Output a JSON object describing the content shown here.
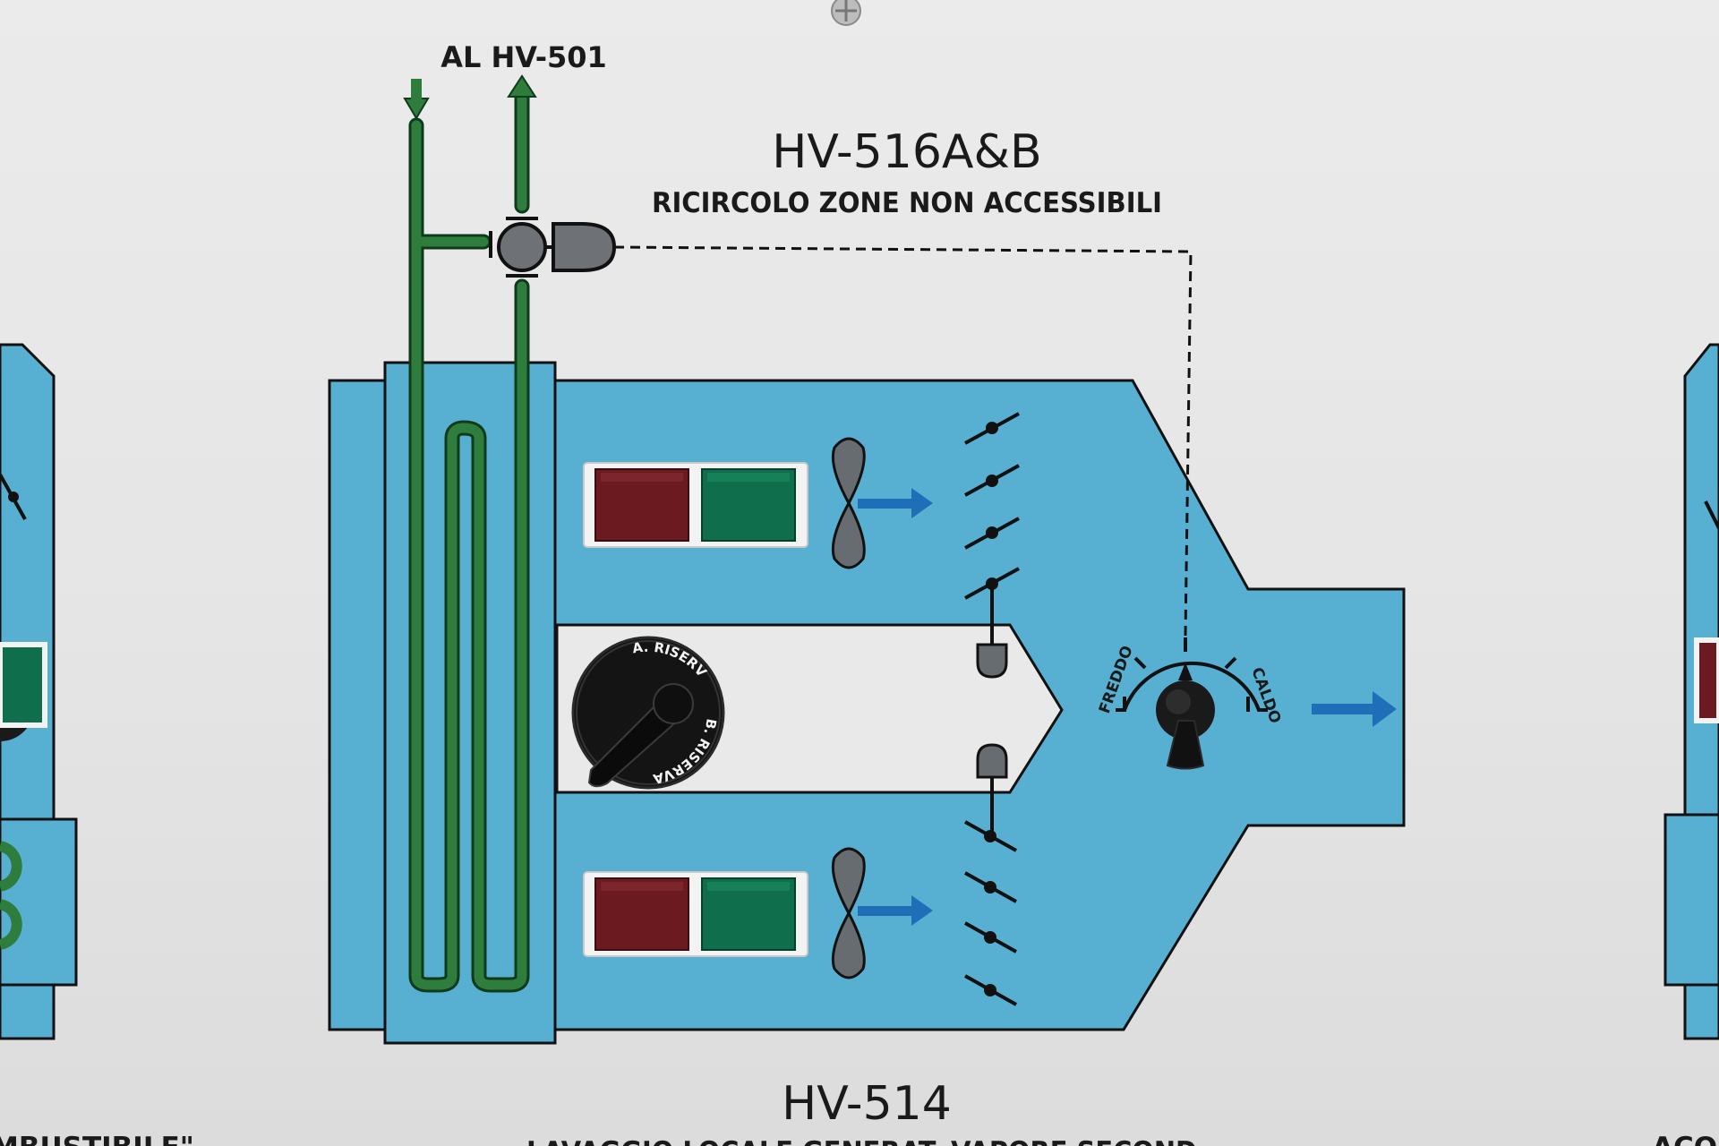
{
  "panel": {
    "header_label": "AL HV-501",
    "valve_unit": {
      "code": "HV-516A&B",
      "description": "RICIRCOLO ZONE NON ACCESSIBILI"
    },
    "main_unit": {
      "code": "HV-514",
      "description_partial": "LAVAGGIO LOCALE GENERAT. VAPORE SECOND."
    },
    "left_edge_text": "MBUSTIBILE\"",
    "right_edge_text": "ACQU"
  },
  "selector_switch": {
    "position_a": "A. RISERVA",
    "position_b": "B. RISERVA"
  },
  "temperature_knob": {
    "left_label": "FREDDO",
    "right_label": "CALDO"
  },
  "indicator_lamps": {
    "upper_fan": {
      "red": "off",
      "green": "off"
    },
    "lower_fan": {
      "red": "off",
      "green": "off"
    }
  },
  "colors": {
    "duct": "#57b0d2",
    "pipe_green": "#2f7d3c",
    "flow_arrow": "#1f6fb8",
    "lamp_red": "#6b1a1f",
    "lamp_green": "#0f6e4c"
  }
}
